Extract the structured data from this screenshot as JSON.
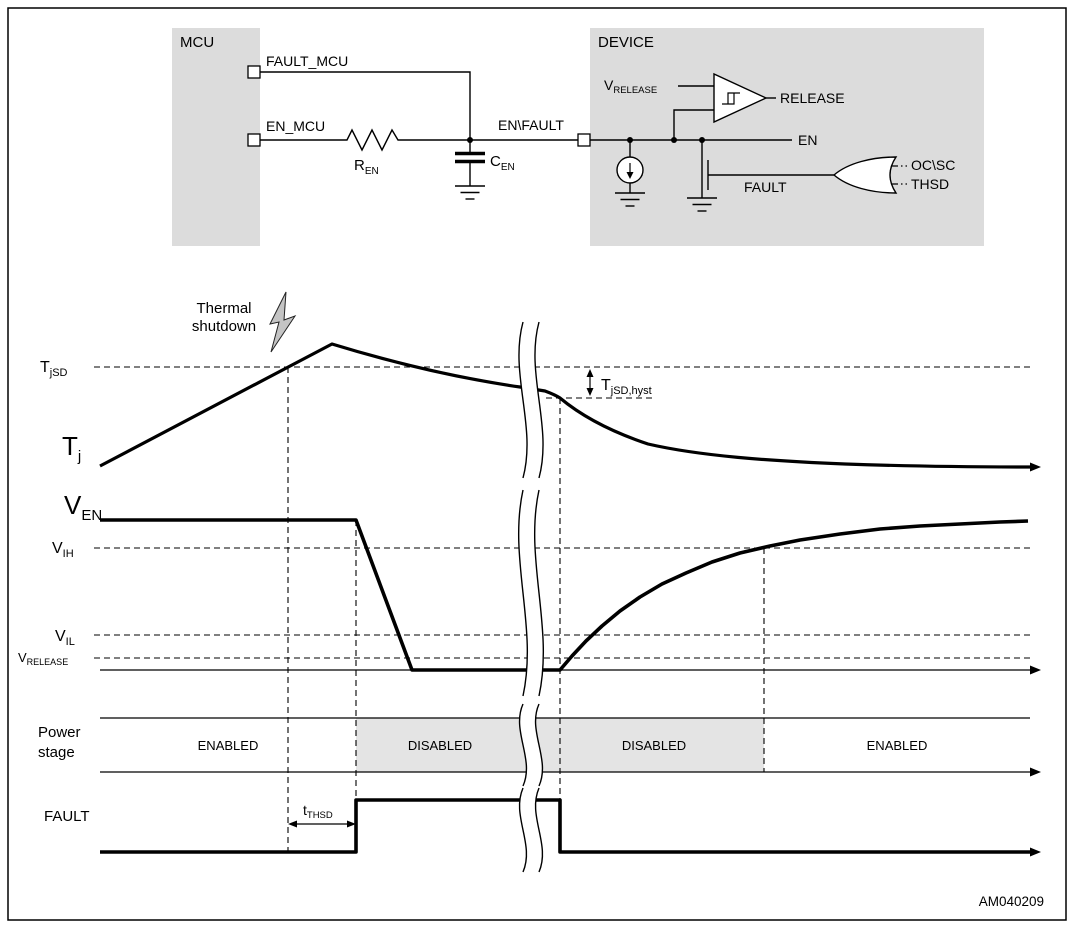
{
  "figure": {
    "code": "AM040209"
  },
  "colors": {
    "block_gray": "#dcdcdc",
    "disabled_gray": "#e4e4e4",
    "bolt_gray": "#c4c4c4"
  },
  "circuit": {
    "mcu_title": "MCU",
    "device_title": "DEVICE",
    "fault_mcu_pin": "FAULT_MCU",
    "en_mcu_pin": "EN_MCU",
    "en_fault_net": "EN\\FAULT",
    "r_en": {
      "base": "R",
      "sub": "EN"
    },
    "c_en": {
      "base": "C",
      "sub": "EN"
    },
    "v_release": {
      "base": "V",
      "sub": "RELEASE"
    },
    "release_net": "RELEASE",
    "en_net": "EN",
    "fault_net": "FAULT",
    "oc_sc_input": "OC\\SC",
    "thsd_input": "THSD"
  },
  "timing": {
    "thermal_event": {
      "line1": "Thermal",
      "line2": "shutdown"
    },
    "t_jsd": {
      "base": "T",
      "sub": "jSD"
    },
    "t_j": {
      "base": "T",
      "sub": "j"
    },
    "t_jsd_hyst": {
      "base": "T",
      "sub": "jSD,hyst"
    },
    "v_en": {
      "base": "V",
      "sub": "EN"
    },
    "v_ih": {
      "base": "V",
      "sub": "IH"
    },
    "v_il": {
      "base": "V",
      "sub": "IL"
    },
    "v_release": {
      "base": "V",
      "sub": "RELEASE"
    },
    "power_stage": {
      "line1": "Power",
      "line2": "stage"
    },
    "states": [
      "ENABLED",
      "DISABLED",
      "DISABLED",
      "ENABLED"
    ],
    "fault_label": "FAULT",
    "t_thsd": {
      "base": "t",
      "sub": "THSD"
    }
  }
}
